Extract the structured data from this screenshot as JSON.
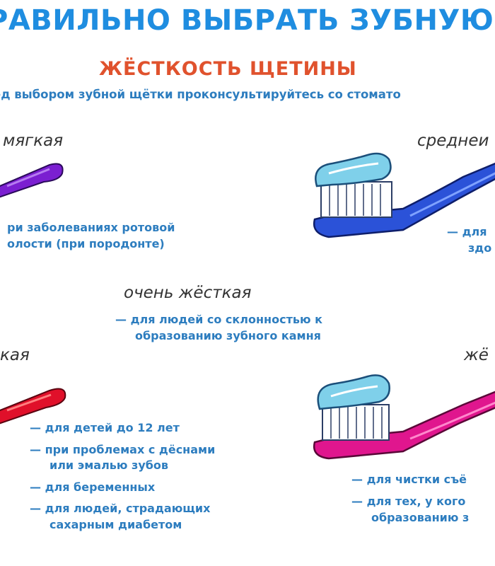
{
  "title": "РАВИЛЬНО ВЫБРАТЬ ЗУБНУЮ",
  "subtitle": "ЖЁСТКОСТЬ ЩЕТИНЫ",
  "note": "ед выбором зубной щётки проконсультируйтесь со стомато",
  "sections": {
    "soft": {
      "heading": "мягкая",
      "lines": [
        "ри заболеваниях ротовой",
        "олости (при породонте)"
      ]
    },
    "medium": {
      "heading": "среднеи",
      "lines": [
        "— для",
        "здо"
      ]
    },
    "very_hard": {
      "heading": "очень жёсткая",
      "lines": [
        "— для людей со склонностью к",
        "образованию зубного камня"
      ]
    },
    "extra_soft": {
      "heading": "кая",
      "lines": [
        "— для детей до 12 лет",
        "— при проблемах с дёснами",
        "или эмалью зубов",
        "— для беременных",
        "— для людей, страдающих",
        "сахарным диабетом"
      ]
    },
    "hard": {
      "heading": "жё",
      "lines": [
        "— для чистки съё",
        "— для тех, у кого",
        "образованию з"
      ]
    }
  },
  "colors": {
    "title": "#1f8de0",
    "subtitle": "#e0522d",
    "text": "#2d7dbf",
    "purple_brush": "#7b1fd1",
    "blue_brush": "#2b52d8",
    "red_brush": "#e0102a",
    "pink_brush": "#e0168e",
    "paste": "#7fd0ea"
  },
  "icons": [
    "purple-toothbrush-icon",
    "blue-toothbrush-icon",
    "red-toothbrush-icon",
    "pink-toothbrush-icon"
  ]
}
